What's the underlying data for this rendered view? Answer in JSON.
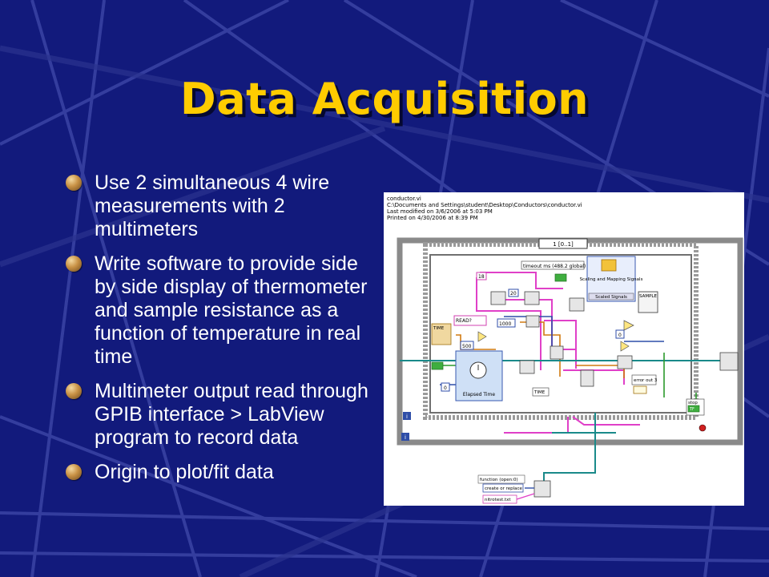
{
  "slide": {
    "title": "Data Acquisition",
    "bullets": [
      "Use 2 simultaneous 4 wire measurements with 2 multimeters",
      "Write software to provide side by side display of thermometer and sample resistance as a function of temperature in real time",
      "Multimeter output read through GPIB interface > LabView program to record data",
      "Origin to plot/fit data"
    ]
  },
  "figure": {
    "header_lines": [
      "conductor.vi",
      "C:\\Documents and Settings\\student\\Desktop\\Conductors\\conductor.vi",
      "Last modified on 3/6/2006 at 5:03 PM",
      "Printed on 4/30/2006 at 8:39 PM"
    ],
    "labels": {
      "loop_index": "1 [0..1]",
      "timeout": "timeout ms (488.2 global) 3",
      "scaling": "Scaling and Mapping Signals",
      "scaled_signals": "Scaled Signals",
      "sample": "SAMPLE",
      "n18": "18",
      "n20": "20",
      "read": "READ?",
      "time": "TIME",
      "n500": "500",
      "n1000": "1000",
      "n0a": "0",
      "n0b": "0",
      "elapsed": "Elapsed Time",
      "time2": "TIME",
      "error_out": "error out 3",
      "stop": "stop",
      "tf": "TF",
      "function": "function (open:0)",
      "create_replace": "create or replace",
      "filename": "nitrotest.txt",
      "i1": "i",
      "i2": "i"
    }
  },
  "colors": {
    "background": "#121a7c",
    "title": "#ffcc00",
    "text": "#ffffff",
    "wire_pink": "#e040c8",
    "wire_teal": "#1a8a8a",
    "wire_blue": "#2f4ea8",
    "wire_green": "#2a9a2a",
    "wire_orange": "#d07a10"
  }
}
